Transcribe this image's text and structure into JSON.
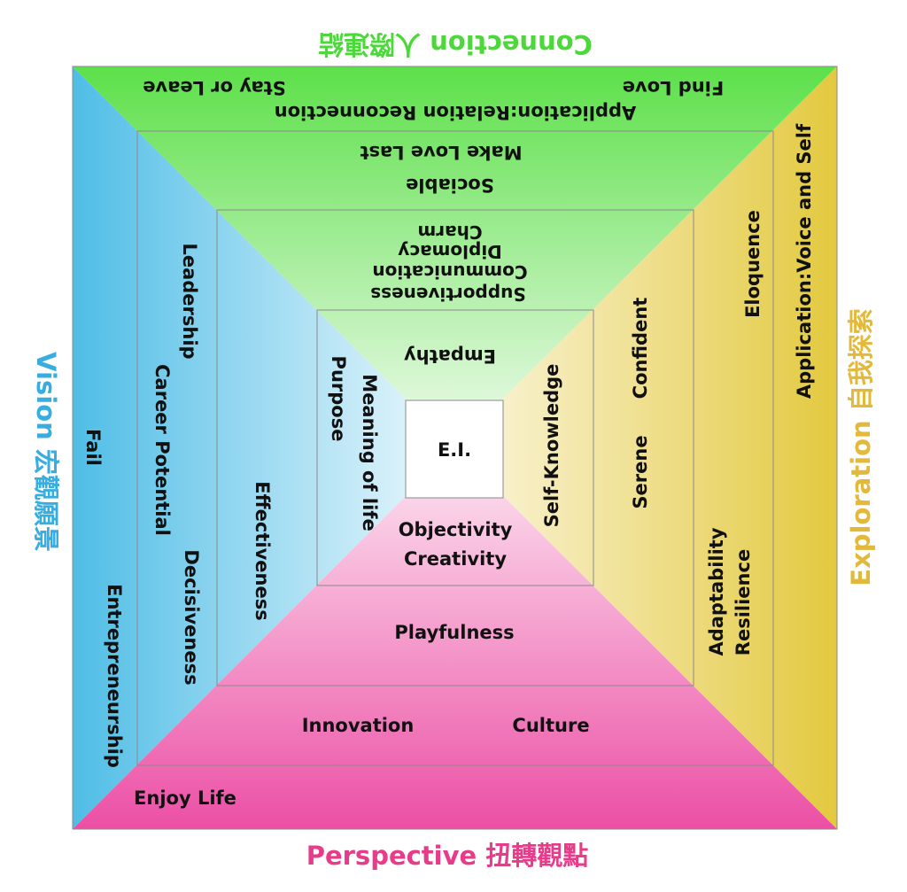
{
  "colors": {
    "connection": "#5de04a",
    "vision": "#4fbde6",
    "exploration": "#e3c93f",
    "perspective": "#ec4fa5",
    "connection_text": "#4cd83a",
    "vision_text": "#38aee0",
    "exploration_text": "#e2b93a",
    "perspective_text": "#e63c8a"
  },
  "center": {
    "label": "E.I."
  },
  "headings": {
    "connection": "Connection 人際連結",
    "vision": "Vision 宏觀願景",
    "exploration": "Exploration 自我探索",
    "perspective": "Perspective 扭轉觀點"
  },
  "connection": {
    "stay_or_leave": "Stay or Leave",
    "find_love": "Find Love",
    "application": "Application:Relation Reconnection",
    "make_love_last": "Make Love Last",
    "sociable": "Sociable",
    "supportiveness": "Supportiveness",
    "communication": "Communication",
    "diplomacy": "Diplomacy",
    "charm": "Charm",
    "empathy": "Empathy"
  },
  "vision": {
    "fail": "Fail",
    "entrepreneurship": "Entrepreneurship",
    "leadership": "Leadership",
    "career_potential": "Career Potential",
    "decisiveness": "Decisiveness",
    "effectiveness": "Effectiveness",
    "purpose": "Purpose",
    "meaning_of_life": "Meaning of life"
  },
  "exploration": {
    "application": "Application:Voice and Self",
    "eloquence": "Eloquence",
    "adaptability": "Adaptability",
    "resilience": "Resilience",
    "confident": "Confident",
    "serene": "Serene",
    "self_knowledge": "Self-Knowledge"
  },
  "perspective": {
    "enjoy_life": "Enjoy Life",
    "innovation": "Innovation",
    "culture": "Culture",
    "playfulness": "Playfulness",
    "objectivity": "Objectivity",
    "creativity": "Creativity"
  }
}
